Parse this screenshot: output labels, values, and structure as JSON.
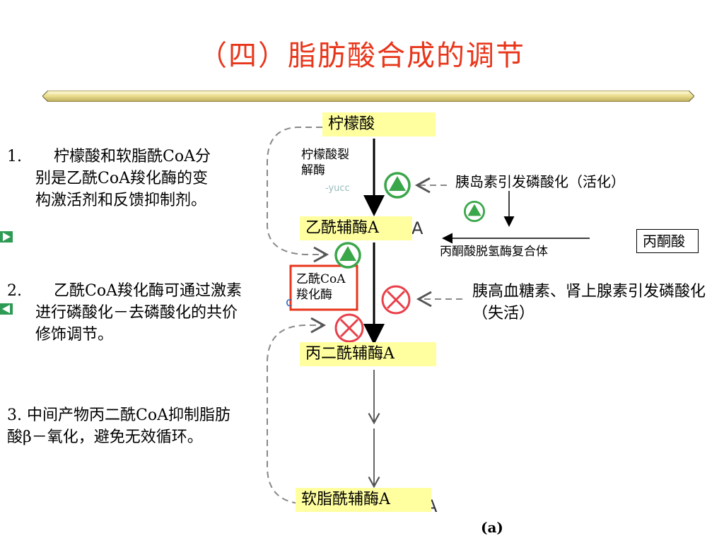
{
  "title": "（四）脂肪酸合成的调节",
  "points": [
    {
      "num": "1.",
      "text": "柠檬酸和软脂酰CoA分别是乙酰CoA羧化酶的变构激活剂和反馈抑制剂。"
    },
    {
      "num": "2.",
      "text": "乙酰CoA羧化酶可通过激素进行磷酸化－去磷酸化的共价修饰调节。"
    },
    {
      "num": "3.",
      "text": "中间产物丙二酰CoA抑制脂肪酸β－氧化，避免无效循环。"
    }
  ],
  "diagram": {
    "nodes": {
      "citrate": "柠檬酸",
      "acetyl_coa": "乙酰辅酶A",
      "malonyl_coa": "丙二酰辅酶A",
      "palmitoyl_coa": "软脂酰辅酶A",
      "pyruvate": "丙酮酸"
    },
    "enzymes": {
      "citrate_lyase": "柠檬酸裂解酶",
      "acetyl_coa_carboxylase": "乙酰CoA羧化酶",
      "pdh_complex": "丙酮酸脱氢酶复合体"
    },
    "hormones": {
      "insulin": "胰岛素引发磷酸化（活化）",
      "glucagon": "胰高血糖素、肾上腺素引发磷酸化（失活）"
    },
    "caption": "(a)",
    "colors": {
      "activate": "#3aa64a",
      "inhibit": "#e8404a",
      "highlight": "#e8361b",
      "box": "#ffffa0"
    }
  }
}
